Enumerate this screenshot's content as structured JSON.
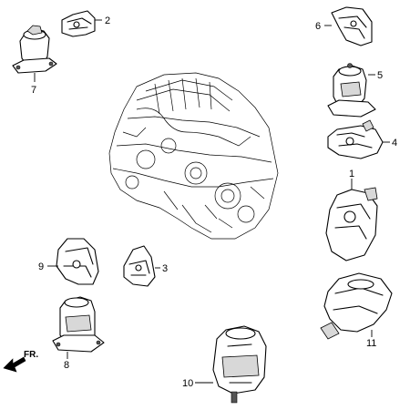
{
  "callouts": [
    {
      "id": "1",
      "label": "1"
    },
    {
      "id": "2",
      "label": "2"
    },
    {
      "id": "3",
      "label": "3"
    },
    {
      "id": "4",
      "label": "4"
    },
    {
      "id": "5",
      "label": "5"
    },
    {
      "id": "6",
      "label": "6"
    },
    {
      "id": "7",
      "label": "7"
    },
    {
      "id": "8",
      "label": "8"
    },
    {
      "id": "9",
      "label": "9"
    },
    {
      "id": "10",
      "label": "10"
    },
    {
      "id": "11",
      "label": "11"
    }
  ],
  "direction": {
    "label": "FR."
  }
}
